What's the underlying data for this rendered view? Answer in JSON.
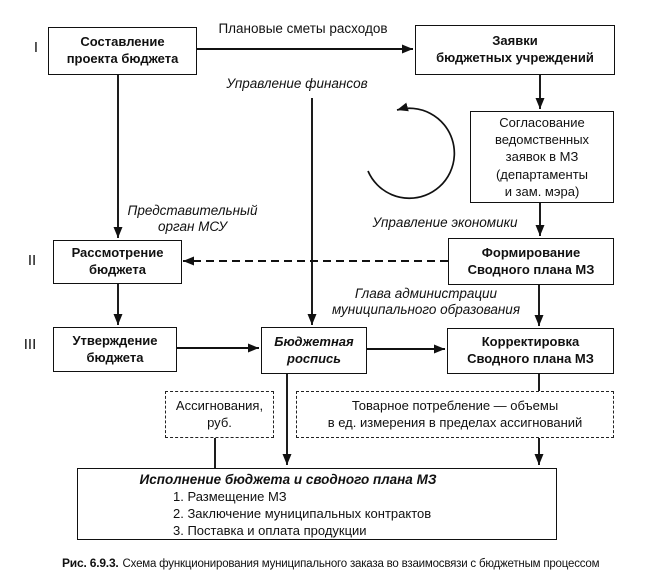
{
  "diagram": {
    "stage_labels": {
      "s1": "I",
      "s2": "II",
      "s3": "III"
    },
    "boxes": {
      "sostavlenie": "Составление\nпроекта бюджета",
      "zayavki": "Заявки\nбюджетных учреждений",
      "soglasovanie": "Согласование\nведомственных\nзаявок в МЗ\n(департаменты\nи зам. мэра)",
      "rassmotrenie": "Рассмотрение\nбюджета",
      "formirovanie": "Формирование\nСводного плана МЗ",
      "utverzhdenie": "Утверждение\nбюджета",
      "byudzhetnaya_rospis": "Бюджетная\nроспись",
      "korrektirovka": "Корректировка\nСводного плана МЗ",
      "assignovaniya": "Ассигнования,\nруб.",
      "tovarnoe_potreblenie": "Товарное потребление — объемы\nв ед. измерения в пределах ассигнований"
    },
    "execution_box": {
      "title": "Исполнение бюджета и сводного плана МЗ",
      "items": [
        "1. Размещение МЗ",
        "2. Заключение муниципальных контрактов",
        "3. Поставка и оплата продукции"
      ]
    },
    "edge_labels": {
      "planovye_smety": "Плановые сметы расходов",
      "upravlenie_finansov": "Управление финансов",
      "predstavitelny_organ": "Представительный\nорган МСУ",
      "upravlenie_ekonomiki": "Управление экономики",
      "glava_administratsii": "Глава администрации\nмуниципального образования"
    },
    "caption": {
      "label": "Рис. 6.9.3.",
      "text": "Схема функционирования муниципального заказа во взаимосвязи с бюджетным процессом"
    },
    "colors": {
      "line": "#111111",
      "background": "#ffffff",
      "text": "#111111"
    }
  }
}
